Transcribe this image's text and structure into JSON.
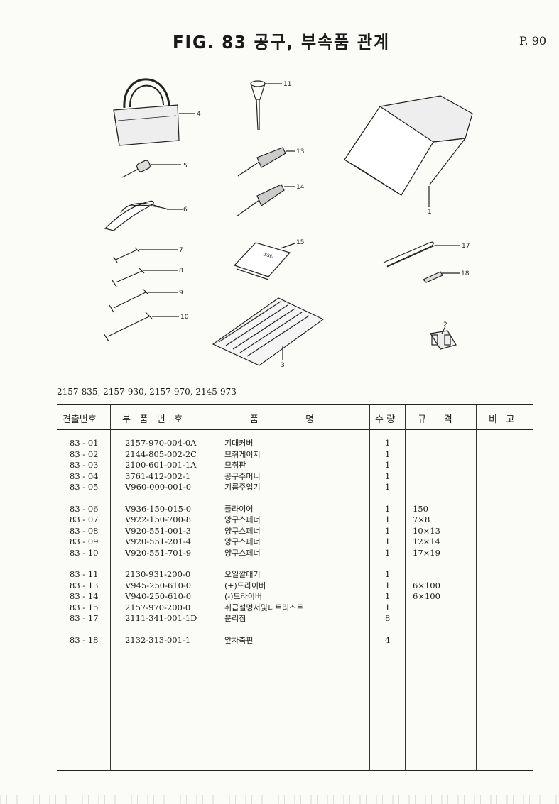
{
  "title": "FIG. 83  공구, 부속품 관계",
  "page_no": "P. 90",
  "callouts": [
    "1",
    "2",
    "3",
    "4",
    "5",
    "6",
    "7",
    "8",
    "9",
    "10",
    "11",
    "13",
    "14",
    "15",
    "17",
    "18"
  ],
  "manual_label": "ISSEI",
  "models": "2157-835, 2157-930, 2157-970, 2145-973",
  "table": {
    "headers": [
      "견출번호",
      "부   품   번   호",
      "품                명",
      "수 량",
      "규      격",
      "비   고"
    ],
    "rows": [
      {
        "no": "83 - 01",
        "part": "2157-970-004-0A",
        "name": "기대커버",
        "qty": "1",
        "spec": "",
        "gap": false
      },
      {
        "no": "83 - 02",
        "part": "2144-805-002-2C",
        "name": "묘취게이지",
        "qty": "1",
        "spec": "",
        "gap": false
      },
      {
        "no": "83 - 03",
        "part": "2100-601-001-1A",
        "name": "묘취판",
        "qty": "1",
        "spec": "",
        "gap": false
      },
      {
        "no": "83 - 04",
        "part": "3761-412-002-1",
        "name": "공구주머니",
        "qty": "1",
        "spec": "",
        "gap": false
      },
      {
        "no": "83 - 05",
        "part": "V960-000-001-0",
        "name": "기름주입기",
        "qty": "1",
        "spec": "",
        "gap": false
      },
      {
        "no": "83 - 06",
        "part": "V936-150-015-0",
        "name": "플라이어",
        "qty": "1",
        "spec": "150",
        "gap": true
      },
      {
        "no": "83 - 07",
        "part": "V922-150-700-8",
        "name": "양구스페너",
        "qty": "1",
        "spec": "7×8",
        "gap": false
      },
      {
        "no": "83 - 08",
        "part": "V920-551-001-3",
        "name": "양구스페너",
        "qty": "1",
        "spec": "10×13",
        "gap": false
      },
      {
        "no": "83 - 09",
        "part": "V920-551-201-4",
        "name": "양구스페너",
        "qty": "1",
        "spec": "12×14",
        "gap": false
      },
      {
        "no": "83 - 10",
        "part": "V920-551-701-9",
        "name": "양구스페너",
        "qty": "1",
        "spec": "17×19",
        "gap": false
      },
      {
        "no": "83 - 11",
        "part": "2130-931-200-0",
        "name": "오일깔대기",
        "qty": "1",
        "spec": "",
        "gap": true
      },
      {
        "no": "83 - 13",
        "part": "V945-250-610-0",
        "name": "(+)드라이버",
        "qty": "1",
        "spec": "6×100",
        "gap": false
      },
      {
        "no": "83 - 14",
        "part": "V940-250-610-0",
        "name": "(-)드라이버",
        "qty": "1",
        "spec": "6×100",
        "gap": false
      },
      {
        "no": "83 - 15",
        "part": "2157-970-200-0",
        "name": "취급설명서및파트리스트",
        "qty": "1",
        "spec": "",
        "gap": false
      },
      {
        "no": "83 - 17",
        "part": "2111-341-001-1D",
        "name": "분리침",
        "qty": "8",
        "spec": "",
        "gap": false
      },
      {
        "no": "83 - 18",
        "part": "2132-313-001-1",
        "name": "앞차축핀",
        "qty": "4",
        "spec": "",
        "gap": true
      }
    ]
  }
}
